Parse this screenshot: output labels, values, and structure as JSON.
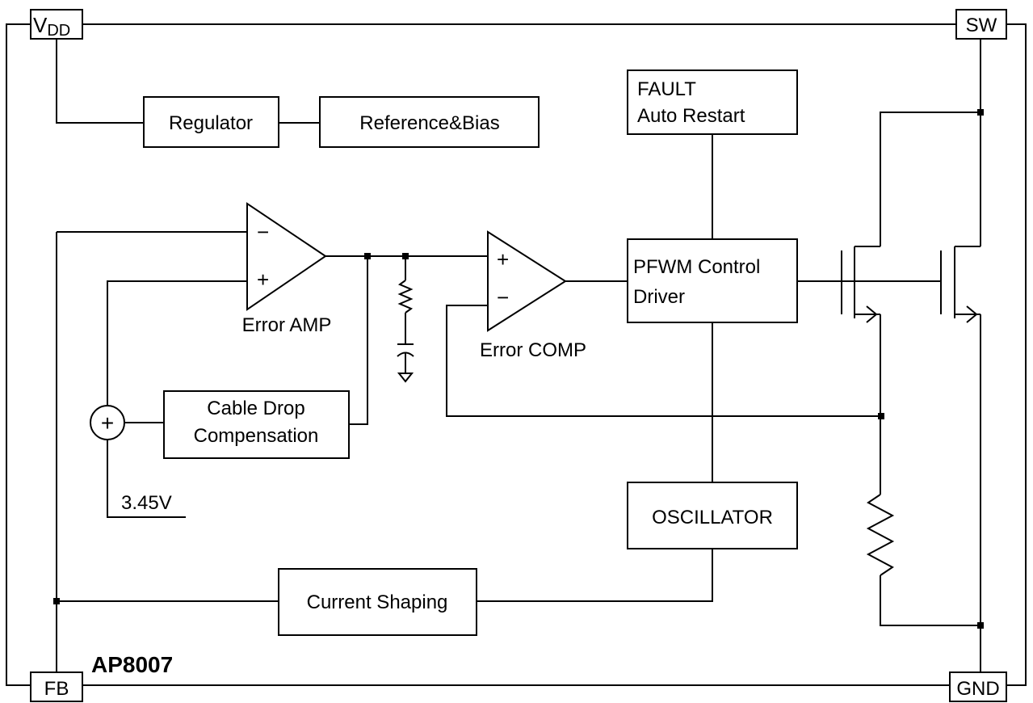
{
  "pins": {
    "vdd_main": "V",
    "vdd_sub": "DD",
    "sw": "SW",
    "fb": "FB",
    "gnd": "GND"
  },
  "blocks": {
    "regulator": "Regulator",
    "reference_bias": "Reference&Bias",
    "fault_line1": "FAULT",
    "fault_line2": "Auto Restart",
    "pfwm_line1": "PFWM Control",
    "pfwm_line2": "Driver",
    "cable_line1": "Cable Drop",
    "cable_line2": "Compensation",
    "oscillator": "OSCILLATOR",
    "current_shaping": "Current Shaping"
  },
  "amplifiers": {
    "error_amp": "Error AMP",
    "error_comp": "Error COMP",
    "minus": "−",
    "plus": "+"
  },
  "reference_voltage": "3.45V",
  "adder_symbol": "+",
  "part_number": "AP8007"
}
